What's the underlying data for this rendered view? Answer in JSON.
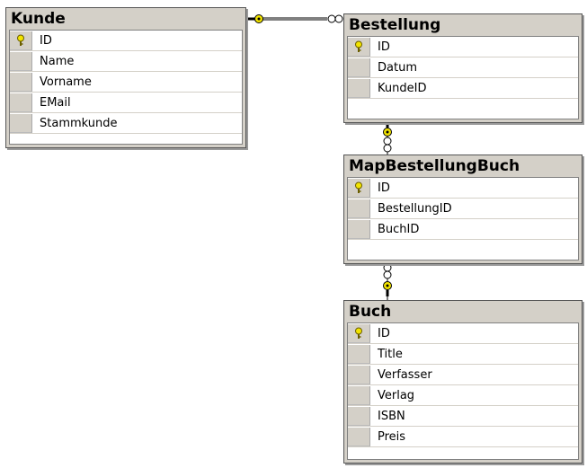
{
  "tables": [
    {
      "name": "Kunde",
      "fields": [
        {
          "name": "ID",
          "pk": true
        },
        {
          "name": "Name",
          "pk": false
        },
        {
          "name": "Vorname",
          "pk": false
        },
        {
          "name": "EMail",
          "pk": false
        },
        {
          "name": "Stammkunde",
          "pk": false
        }
      ]
    },
    {
      "name": "Bestellung",
      "fields": [
        {
          "name": "ID",
          "pk": true
        },
        {
          "name": "Datum",
          "pk": false
        },
        {
          "name": "KundeID",
          "pk": false
        }
      ]
    },
    {
      "name": "MapBestellungBuch",
      "fields": [
        {
          "name": "ID",
          "pk": true
        },
        {
          "name": "BestellungID",
          "pk": false
        },
        {
          "name": "BuchID",
          "pk": false
        }
      ]
    },
    {
      "name": "Buch",
      "fields": [
        {
          "name": "ID",
          "pk": true
        },
        {
          "name": "Title",
          "pk": false
        },
        {
          "name": "Verfasser",
          "pk": false
        },
        {
          "name": "Verlag",
          "pk": false
        },
        {
          "name": "ISBN",
          "pk": false
        },
        {
          "name": "Preis",
          "pk": false
        }
      ]
    }
  ],
  "relationships": [
    {
      "from": "Kunde",
      "to": "Bestellung",
      "one_end": "key",
      "many_end": "infinity"
    },
    {
      "from": "Bestellung",
      "to": "MapBestellungBuch",
      "one_end": "key",
      "many_end": "infinity"
    },
    {
      "from": "Buch",
      "to": "MapBestellungBuch",
      "one_end": "key",
      "many_end": "infinity"
    }
  ],
  "colors": {
    "key": "#f2e400",
    "header": "#d4d0c8"
  }
}
